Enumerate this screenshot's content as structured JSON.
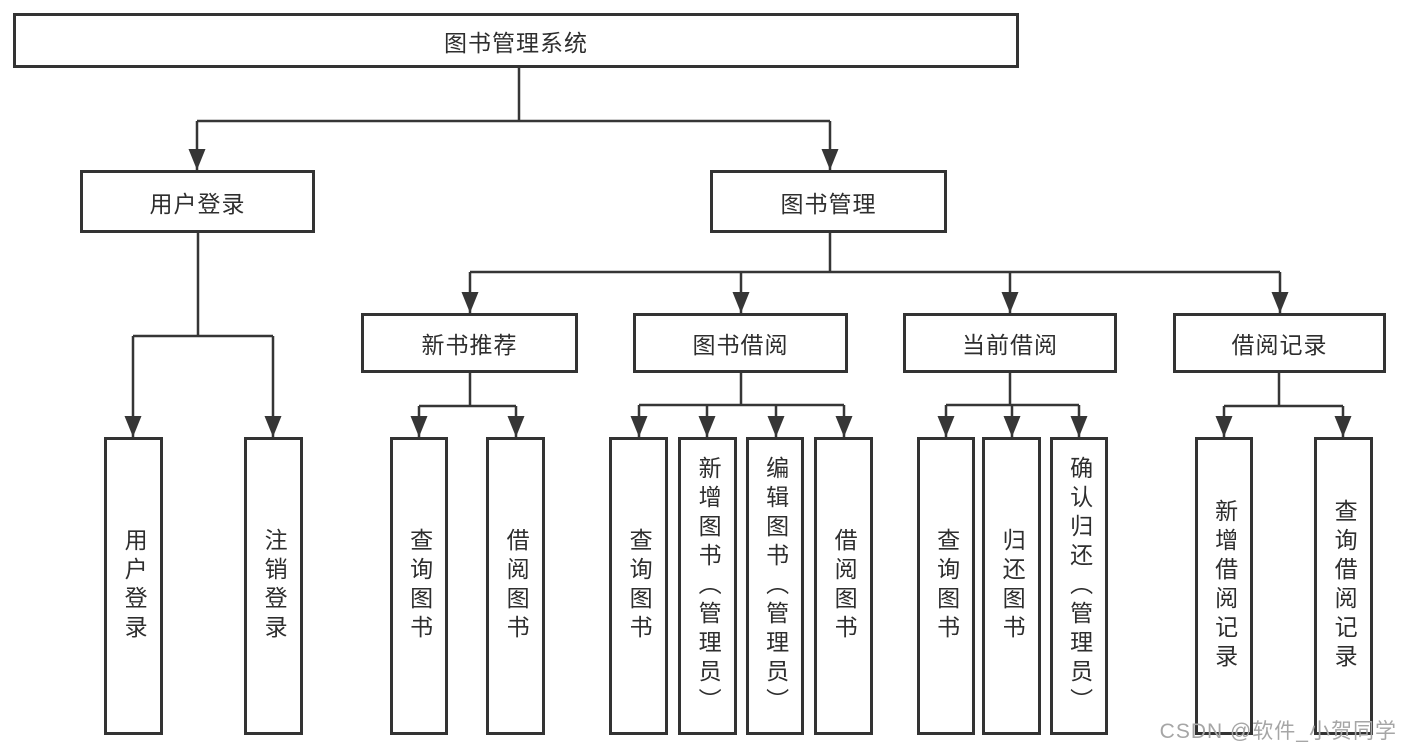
{
  "diagram": {
    "title": "图书管理系统",
    "tree": {
      "root": {
        "label": "图书管理系统",
        "children": [
          {
            "label": "用户登录",
            "children": [
              {
                "label": "用户登录"
              },
              {
                "label": "注销登录"
              }
            ]
          },
          {
            "label": "图书管理",
            "children": [
              {
                "label": "新书推荐",
                "children": [
                  {
                    "label": "查询图书"
                  },
                  {
                    "label": "借阅图书"
                  }
                ]
              },
              {
                "label": "图书借阅",
                "children": [
                  {
                    "label": "查询图书"
                  },
                  {
                    "label": "新增图书（管理员）"
                  },
                  {
                    "label": "编辑图书（管理员）"
                  },
                  {
                    "label": "借阅图书"
                  }
                ]
              },
              {
                "label": "当前借阅",
                "children": [
                  {
                    "label": "查询图书"
                  },
                  {
                    "label": "归还图书"
                  },
                  {
                    "label": "确认归还（管理员）"
                  }
                ]
              },
              {
                "label": "借阅记录",
                "children": [
                  {
                    "label": "新增借阅记录"
                  },
                  {
                    "label": "查询借阅记录"
                  }
                ]
              }
            ]
          }
        ]
      }
    },
    "colors": {
      "line": "#363636",
      "box_border": "#333333",
      "text": "#2e2e2e",
      "background": "#ffffff",
      "watermark": "#a6a6a6"
    }
  },
  "watermark": {
    "text": "CSDN @软件_小贺同学"
  }
}
